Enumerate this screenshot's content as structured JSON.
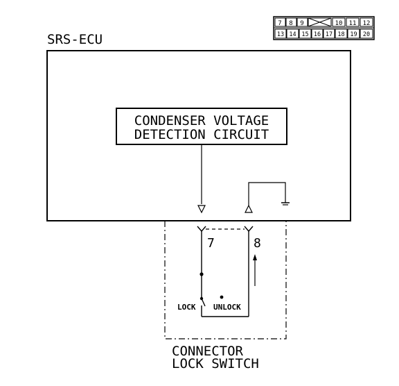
{
  "ecu_label": "SRS-ECU",
  "circuit_box": {
    "line1": "CONDENSER VOLTAGE",
    "line2": "DETECTION CIRCUIT"
  },
  "terminals": {
    "t7": "7",
    "t8": "8"
  },
  "switch": {
    "lock_label": "LOCK",
    "unlock_label": "UNLOCK"
  },
  "connector_caption": {
    "line1": "CONNECTOR",
    "line2": "LOCK SWITCH"
  },
  "connector_grid": {
    "row1": [
      "7",
      "8",
      "9",
      "",
      "10",
      "11",
      "12"
    ],
    "row2": [
      "13",
      "14",
      "15",
      "16",
      "17",
      "18",
      "19",
      "20"
    ]
  },
  "colors": {
    "line": "#000000",
    "background": "#ffffff"
  }
}
